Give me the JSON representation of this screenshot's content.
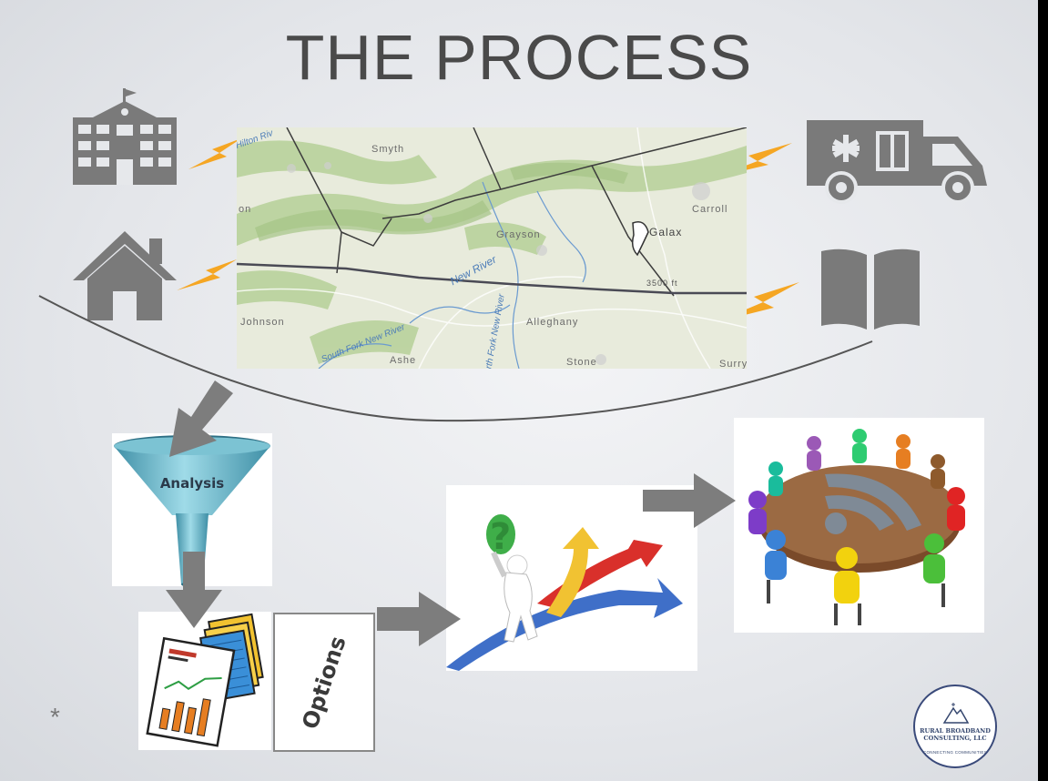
{
  "slide": {
    "title": "THE PROCESS",
    "footer_symbol": "*"
  },
  "map": {
    "labels": {
      "smyth": "Smyth",
      "grayson": "Grayson",
      "galax": "Galax",
      "carroll": "Carroll",
      "johnson": "Johnson",
      "alleghany": "Alleghany",
      "ashe": "Ashe",
      "stone": "Stone",
      "surry": "Surry",
      "on": "on",
      "elevation": "3500 ft"
    },
    "river_labels": {
      "new_river": "New River",
      "north_fork": "North Fork New River",
      "south_fork": "South Fork New River",
      "top_left": "Hilton Riv"
    }
  },
  "funnel": {
    "label": "Analysis"
  },
  "options": {
    "label": "Options"
  },
  "logo": {
    "name_line1": "RURAL BROADBAND",
    "name_line2": "CONSULTING, LLC",
    "tagline": "CONNECTING COMMUNITIES"
  },
  "colors": {
    "icon_gray": "#7a7a7a",
    "bolt_orange": "#f5a623",
    "arrow_gray": "#7d7d7d",
    "map_green": "#b9d29c",
    "funnel_teal": "#5fb6c9"
  },
  "icons": [
    "school-icon",
    "house-icon",
    "ambulance-icon",
    "book-icon",
    "lightning-bolt-icon",
    "arrow-icon"
  ]
}
